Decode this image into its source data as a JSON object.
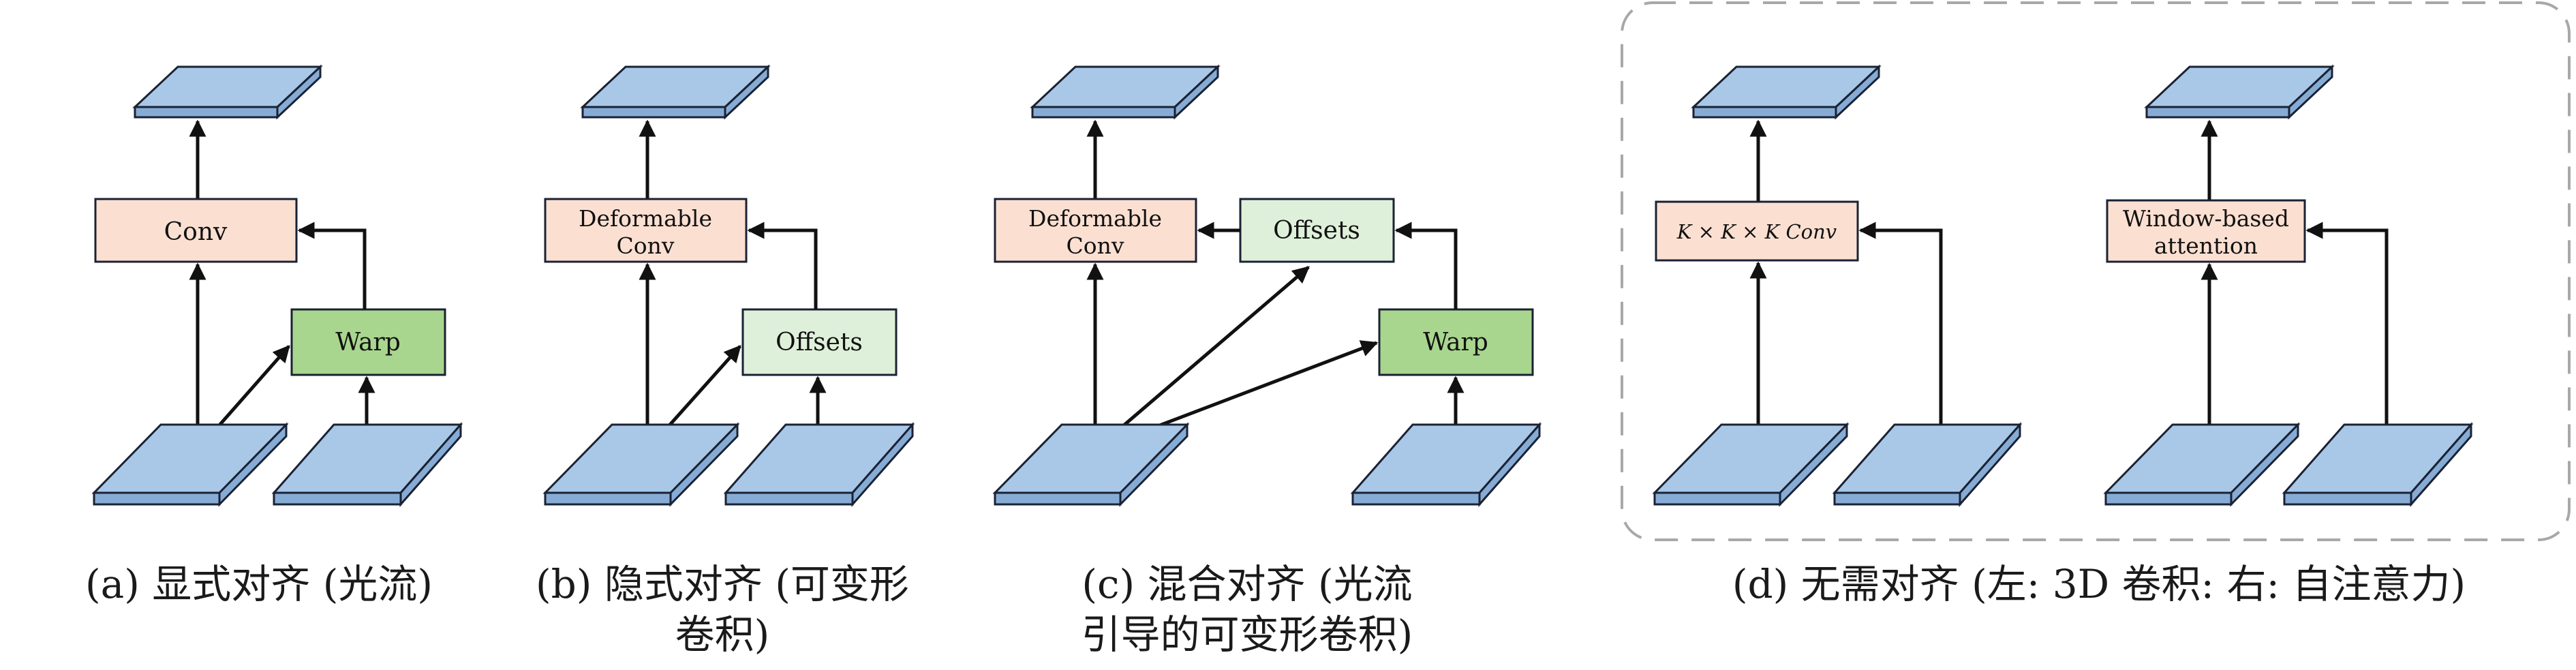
{
  "colors": {
    "plate_fill": "#a9c8e8",
    "plate_side": "#86acd6",
    "stroke": "#1a2233",
    "conv_fill": "#fbe0d2",
    "offsets_fill": "#dff0da",
    "warp_fill": "#a8d68e",
    "dashed_border": "#a8a8a8"
  },
  "panels": {
    "a": {
      "conv_label": "Conv",
      "warp_label": "Warp",
      "caption": "(a) 显式对齐 (光流)"
    },
    "b": {
      "conv_line1": "Deformable",
      "conv_line2": "Conv",
      "offsets_label": "Offsets",
      "caption_line1": "(b) 隐式对齐 (可变形",
      "caption_line2": "卷积)"
    },
    "c": {
      "conv_line1": "Deformable",
      "conv_line2": "Conv",
      "offsets_label": "Offsets",
      "warp_label": "Warp",
      "caption_line1": "(c) 混合对齐 (光流",
      "caption_line2": "引导的可变形卷积)"
    },
    "d": {
      "conv3d_label": "K × K × K Conv",
      "attn_line1": "Window-based",
      "attn_line2": "attention",
      "caption": "(d) 无需对齐 (左: 3D 卷积: 右: 自注意力)"
    }
  }
}
